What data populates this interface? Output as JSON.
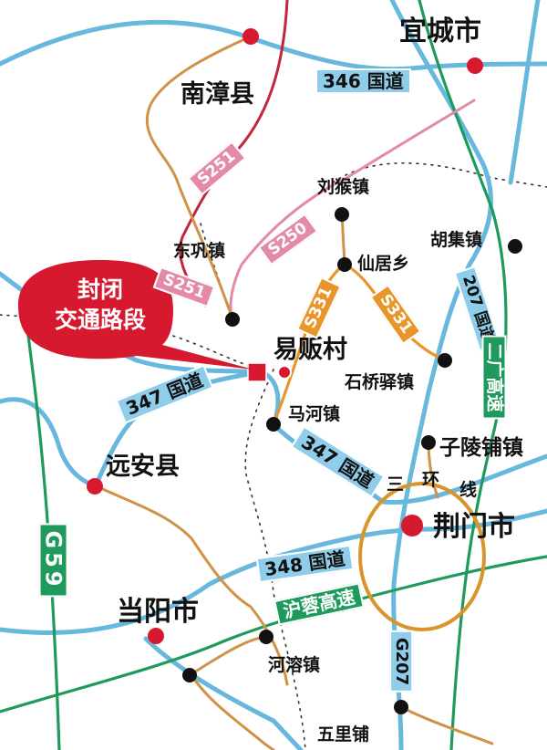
{
  "colors": {
    "national_road": "#68b7dc",
    "national_shield": "#8fcdea",
    "expressway": "#1f9a5d",
    "provincial_pink": "#e38aa6",
    "provincial_orange": "#e8962a",
    "local_road": "#cf9246",
    "ring_road": "#d9942b",
    "rail_red": "#c4253d",
    "closure_red": "#d7192f",
    "dotted_boundary": "#333333"
  },
  "places": {
    "yicheng": "宜城市",
    "nanzhang": "南漳县",
    "liuhou": "刘猴镇",
    "hujian": "胡集镇",
    "dong_gong": "东巩镇",
    "xianju": "仙居乡",
    "yifan": "易贩村",
    "shiqiao": "石桥驿镇",
    "mahe": "马河镇",
    "ziling": "子陵铺镇",
    "yuanan": "远安县",
    "jingmen": "荆门市",
    "dangyang": "当阳市",
    "herong": "河溶镇",
    "wuli": "五里铺"
  },
  "ring_road_chars": [
    "三",
    "环",
    "线"
  ],
  "road_labels": {
    "g346": "346 国道",
    "g347_west": "347 国道",
    "g347_east": "347 国道",
    "g348": "348 国道",
    "g207_vertical": "207 国道",
    "g207_south": "G207",
    "s251_north": "S251",
    "s251_south": "S251",
    "s250": "S250",
    "s331_west": "S331",
    "s331_east": "S331",
    "erguang": "二广高速",
    "hurong": "沪蓉高速",
    "g59": "G59"
  },
  "closure_callout": {
    "line1": "封闭",
    "line2": "交通路段"
  }
}
